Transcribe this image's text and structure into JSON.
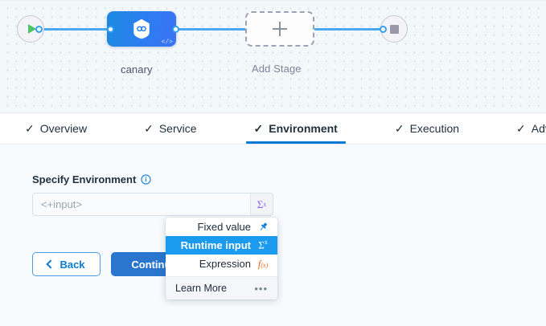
{
  "pipeline": {
    "start_node": {
      "icon": "play-icon",
      "name": "pipeline-start"
    },
    "end_node": {
      "icon": "stop-icon",
      "name": "pipeline-end"
    },
    "stage": {
      "label": "canary",
      "icon": "harness-hexagon-icon",
      "code_badge": "</>"
    },
    "add_stage": {
      "label": "Add Stage",
      "icon": "plus-icon"
    }
  },
  "tabs": [
    {
      "label": "Overview",
      "check": "✓",
      "active": false
    },
    {
      "label": "Service",
      "check": "✓",
      "active": false
    },
    {
      "label": "Environment",
      "check": "✓",
      "active": true
    },
    {
      "label": "Execution",
      "check": "✓",
      "active": false
    },
    {
      "label": "Advanced",
      "check": "✓",
      "active": false
    }
  ],
  "form": {
    "field_label": "Specify Environment",
    "info_icon": "info-icon",
    "input_value": "<+input>",
    "input_placeholder": "<+input>",
    "affix_symbol": "Σ",
    "affix_superscript": "x"
  },
  "buttons": {
    "back_label": "Back",
    "continue_label": "Continue"
  },
  "dropdown": {
    "items": [
      {
        "label": "Fixed value",
        "icon": "pushpin-icon",
        "selected": false
      },
      {
        "label": "Runtime input",
        "icon": "sigma-x-icon",
        "selected": true
      },
      {
        "label": "Expression",
        "icon": "fx-icon",
        "selected": false
      }
    ],
    "footer_label": "Learn More",
    "footer_icon": "•••"
  },
  "colors": {
    "accent_blue": "#1b9bf0",
    "primary_blue": "#2a76cf",
    "tab_underline": "#0b7ad1",
    "runtime_purple": "#6d5cf0",
    "expression_orange": "#f26a21",
    "canvas_bg": "#f3f8fb",
    "content_bg": "#f8fbfd",
    "edge_blue": "#4ba7f0"
  }
}
